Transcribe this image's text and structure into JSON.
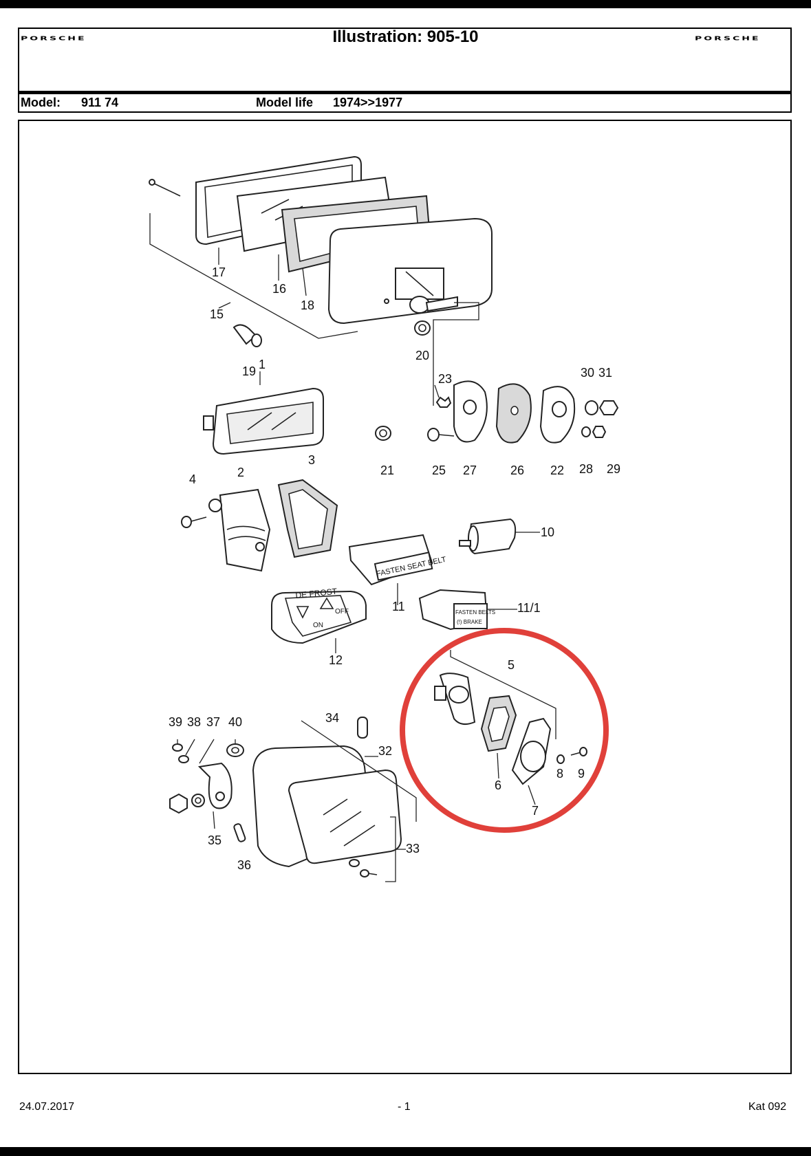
{
  "header": {
    "logo_left": "PORSCHE",
    "logo_right": "PORSCHE",
    "title": "Illustration: 905-10"
  },
  "model_bar": {
    "model_label": "Model:",
    "model_value": "911 74",
    "life_label": "Model life",
    "life_value": "1974>>1977"
  },
  "diagram": {
    "callouts": [
      "1",
      "2",
      "3",
      "4",
      "5",
      "6",
      "7",
      "8",
      "9",
      "10",
      "11",
      "11/1",
      "12",
      "15",
      "16",
      "17",
      "18",
      "19",
      "20",
      "21",
      "22",
      "23",
      "25",
      "26",
      "27",
      "28",
      "29",
      "30",
      "31",
      "32",
      "33",
      "34",
      "35",
      "36",
      "37",
      "38",
      "39",
      "40"
    ],
    "part_labels": {
      "seat_belt": "FASTEN SEAT BELT",
      "defrost": "DE FROST",
      "on": "ON",
      "off": "OFF",
      "fasten_belts": "FASTEN BELTS",
      "brake": "(!) BRAKE"
    },
    "highlight_color": "#e0403a"
  },
  "footer": {
    "date": "24.07.2017",
    "page": "- 1",
    "catalog": "Kat 092"
  }
}
